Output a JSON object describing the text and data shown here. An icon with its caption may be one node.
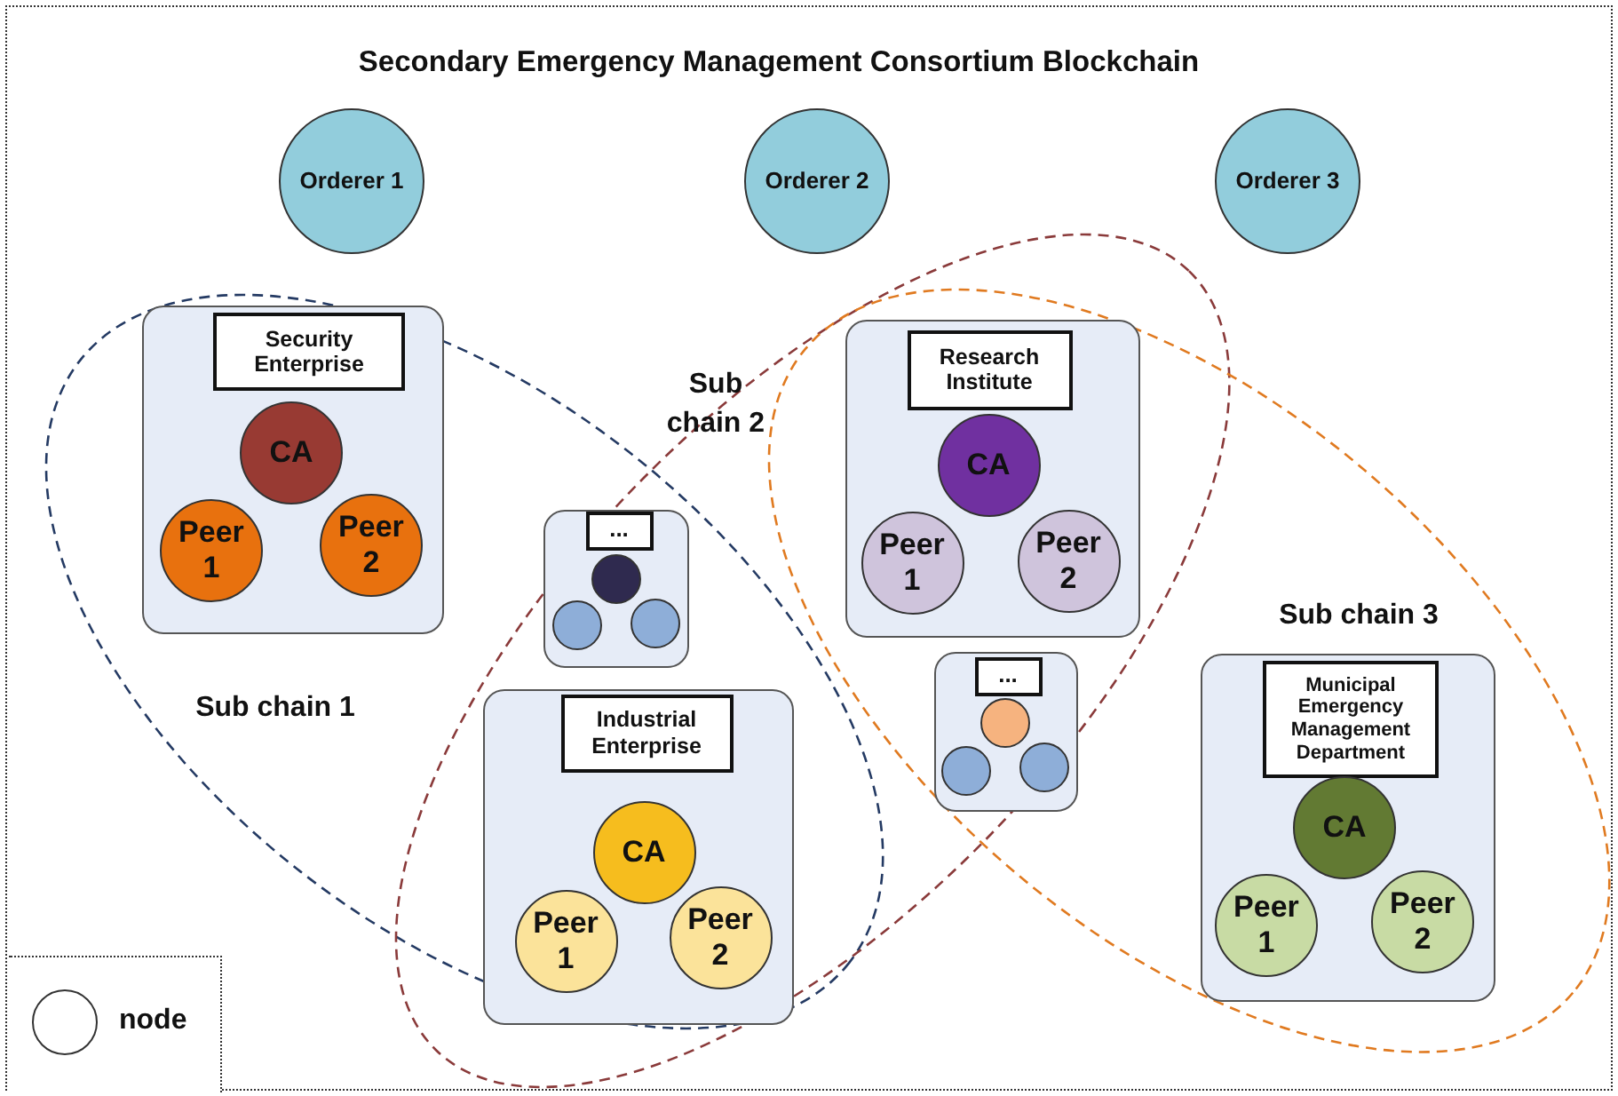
{
  "diagram": {
    "title": "Secondary Emergency Management Consortium Blockchain",
    "nodes": [
      {
        "text": [
          "Orderer 1"
        ]
      },
      {
        "text": [
          "Orderer 2"
        ]
      },
      {
        "text": [
          "Orderer 3"
        ]
      },
      {
        "text": [
          "Sub chain 1"
        ]
      },
      {
        "text": [
          "Sub chain 2"
        ]
      },
      {
        "text": [
          "Sub chain 3"
        ]
      },
      {
        "text": [],
        "shape": "box",
        "in": 3
      },
      {
        "text": [
          "Security Enterprise"
        ],
        "in": 6
      },
      {
        "text": [
          "CA"
        ],
        "in": 6
      },
      {
        "text": [
          "Peer 1"
        ],
        "in": 6
      },
      {
        "text": [
          "Peer 2"
        ],
        "in": 6
      },
      {
        "text": [],
        "shape": "box"
      },
      {
        "text": [
          "..."
        ],
        "in": 11
      },
      {
        "text": [],
        "shape": "circle",
        "in": 11
      },
      {
        "text": [],
        "shape": "circle",
        "in": 11
      },
      {
        "text": [],
        "shape": "circle",
        "in": 11
      },
      {
        "text": [],
        "shape": "box"
      },
      {
        "text": [
          "Industrial Enterprise"
        ],
        "in": 16
      },
      {
        "text": [
          "CA"
        ],
        "in": 16
      },
      {
        "text": [
          "Peer 1"
        ],
        "in": 16
      },
      {
        "text": [
          "Peer 2"
        ],
        "in": 16
      },
      {
        "text": [],
        "shape": "box"
      },
      {
        "text": [
          "Research Institute"
        ],
        "in": 21
      },
      {
        "text": [
          "CA"
        ],
        "in": 21
      },
      {
        "text": [
          "Peer 1"
        ],
        "in": 21
      },
      {
        "text": [
          "Peer 2"
        ],
        "in": 21
      },
      {
        "text": [],
        "shape": "box"
      },
      {
        "text": [
          "..."
        ],
        "in": 26
      },
      {
        "text": [],
        "shape": "circle",
        "in": 26
      },
      {
        "text": [],
        "shape": "circle",
        "in": 26
      },
      {
        "text": [],
        "shape": "circle",
        "in": 26
      },
      {
        "text": [],
        "shape": "box",
        "in": 5
      },
      {
        "text": [
          "Municipal Emergency Management Department"
        ],
        "in": 31
      },
      {
        "text": [
          "CA"
        ],
        "in": 31
      },
      {
        "text": [
          "Peer 1"
        ],
        "in": 31
      },
      {
        "text": [
          "Peer 2"
        ],
        "in": 31
      }
    ],
    "legend": [
      {
        "text": "node"
      }
    ]
  }
}
